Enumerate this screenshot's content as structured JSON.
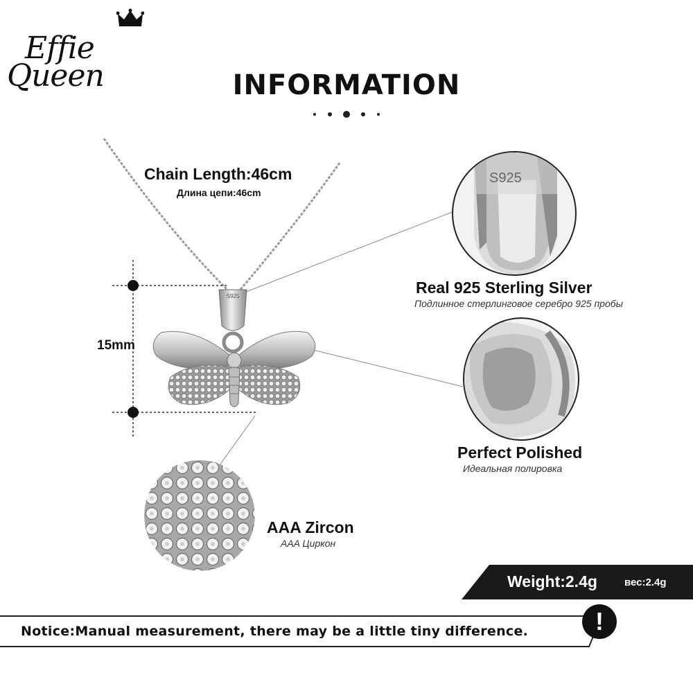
{
  "brand": {
    "line1": "Effie",
    "line2": "Queen"
  },
  "title": "INFORMATION",
  "chain": {
    "en": "Chain Length:46cm",
    "ru": "Длина цепи:46cm"
  },
  "dimension": {
    "height": "15mm"
  },
  "bail_stamp": "S925",
  "features": {
    "silver": {
      "en": "Real 925  Sterling  Silver",
      "ru": "Подлинное стерлинговое серебро 925 пробы",
      "stamp": "S925"
    },
    "polished": {
      "en": "Perfect  Polished",
      "ru": "Идеальная полировка"
    },
    "zircon": {
      "en": "AAA  Zircon",
      "ru": "AAA Циркон"
    }
  },
  "weight": {
    "en": "Weight:2.4g",
    "ru": "вес:2.4g"
  },
  "notice": {
    "text": "Notice:Manual measurement, there may be a little tiny difference.",
    "icon": "!"
  },
  "colors": {
    "ink": "#111111",
    "silver": "#c8c8c8",
    "banner": "#1a1a1a"
  }
}
